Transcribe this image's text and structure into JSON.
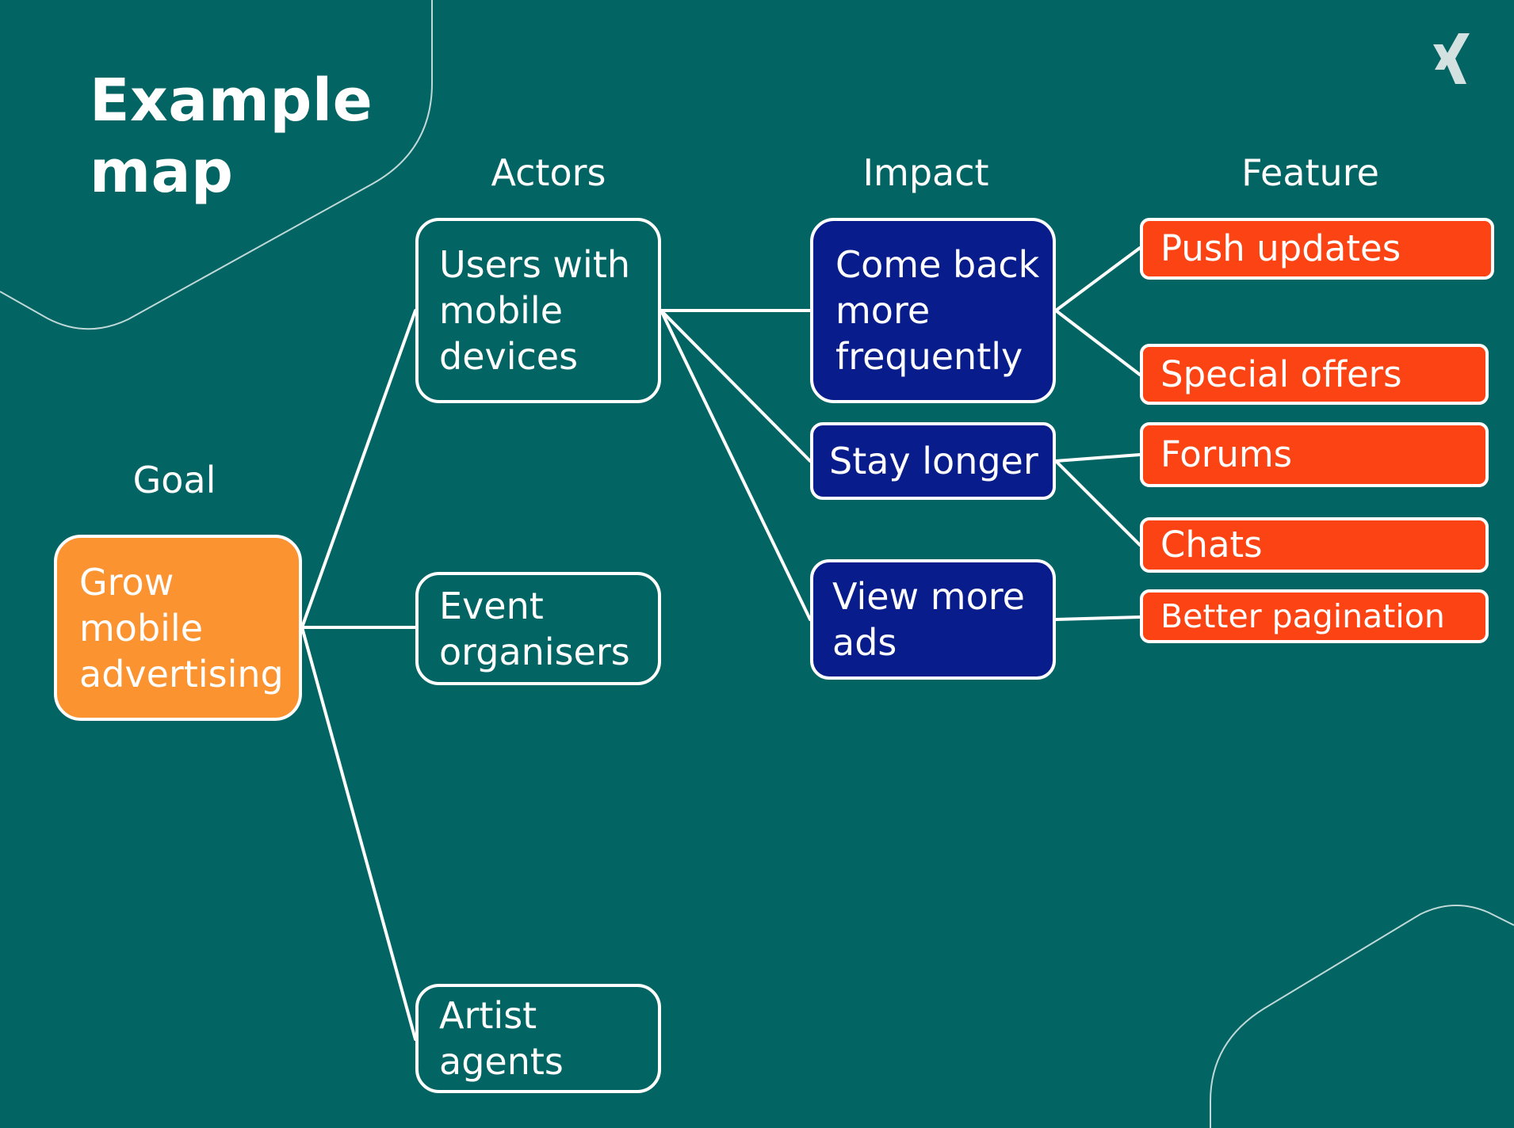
{
  "title": "Example\nmap",
  "headers": {
    "goal": "Goal",
    "actors": "Actors",
    "impact": "Impact",
    "feature": "Feature"
  },
  "goal": "Grow\nmobile\nadvertising",
  "actors": [
    "Users with\nmobile\ndevices",
    "Event\norganisers",
    "Artist\nagents"
  ],
  "impacts": [
    "Come back\nmore\nfrequently",
    "Stay longer",
    "View more\nads"
  ],
  "features": [
    "Push updates",
    "Special offers",
    "Forums",
    "Chats",
    "Better pagination"
  ],
  "colors": {
    "background": "#036563",
    "goal": "#fc9331",
    "impact": "#091c8c",
    "feature": "#fc4314",
    "line": "#ffffff"
  },
  "logo_icon": "xing-logo-icon"
}
